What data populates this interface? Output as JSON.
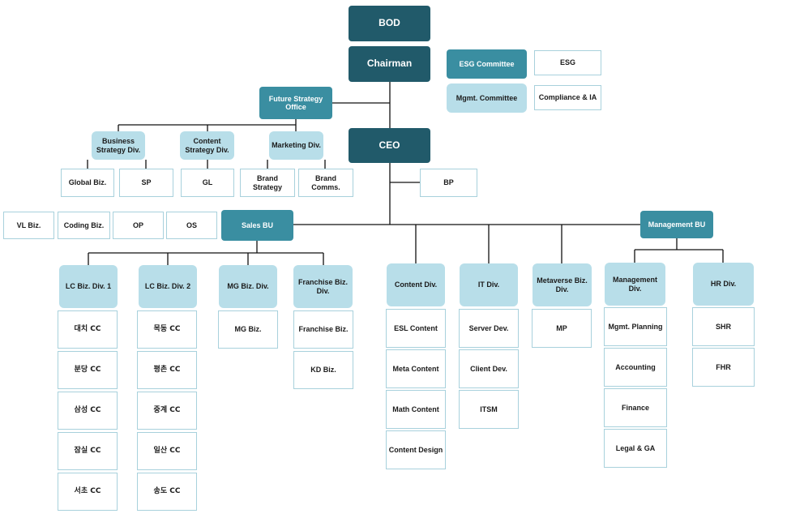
{
  "top": {
    "bod": "BOD",
    "chairman": "Chairman",
    "ceo": "CEO"
  },
  "committees": {
    "esg_committee": "ESG Committee",
    "esg": "ESG",
    "mgmt_committee": "Mgmt. Committee",
    "compliance": "Compliance & IA"
  },
  "future_strategy": {
    "office": "Future Strategy Office",
    "business_strategy": "Business Strategy Div.",
    "content_strategy": "Content Strategy Div.",
    "marketing": "Marketing Div.",
    "global_biz": "Global Biz.",
    "sp": "SP",
    "gl": "GL",
    "brand_strategy": "Brand Strategy",
    "brand_comms": "Brand Comms."
  },
  "bp": "BP",
  "sales": {
    "bu": "Sales BU",
    "vl_biz": "VL Biz.",
    "coding_biz": "Coding Biz.",
    "op": "OP",
    "os": "OS",
    "lc1": {
      "title": "LC Biz. Div. 1",
      "items": [
        "대치 CC",
        "분당 CC",
        "삼성 CC",
        "잠실 CC",
        "서초 CC"
      ]
    },
    "lc2": {
      "title": "LC Biz. Div. 2",
      "items": [
        "목동 CC",
        "평촌 CC",
        "중계 CC",
        "일산 CC",
        "송도 CC"
      ]
    },
    "mg": {
      "title": "MG Biz. Div.",
      "items": [
        "MG Biz."
      ]
    },
    "franchise": {
      "title": "Franchise Biz. Div.",
      "items": [
        "Franchise Biz.",
        "KD Biz."
      ]
    }
  },
  "ceo_divisions": {
    "content": {
      "title": "Content Div.",
      "items": [
        "ESL Content",
        "Meta Content",
        "Math Content",
        "Content Design"
      ]
    },
    "it": {
      "title": "IT Div.",
      "items": [
        "Server Dev.",
        "Client Dev.",
        "ITSM"
      ]
    },
    "metaverse": {
      "title": "Metaverse Biz. Div.",
      "items": [
        "MP"
      ]
    }
  },
  "management": {
    "bu": "Management BU",
    "mgmt_div": {
      "title": "Management Div.",
      "items": [
        "Mgmt. Planning",
        "Accounting",
        "Finance",
        "Legal & GA"
      ]
    },
    "hr_div": {
      "title": "HR Div.",
      "items": [
        "SHR",
        "FHR"
      ]
    }
  }
}
